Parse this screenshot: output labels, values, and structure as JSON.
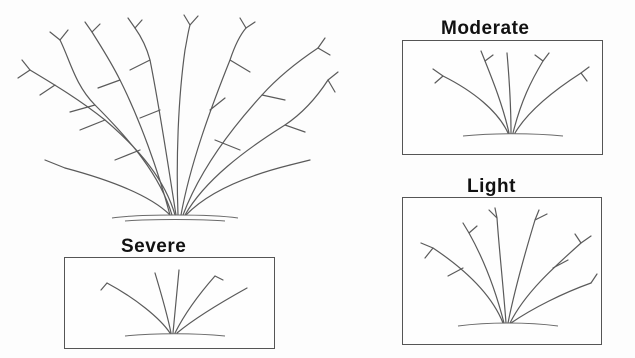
{
  "labels": {
    "moderate": "Moderate",
    "light": "Light",
    "severe": "Severe"
  },
  "colors": {
    "background": "#fdfdfd",
    "ink": "#5a5a5a",
    "frame": "#555555"
  }
}
